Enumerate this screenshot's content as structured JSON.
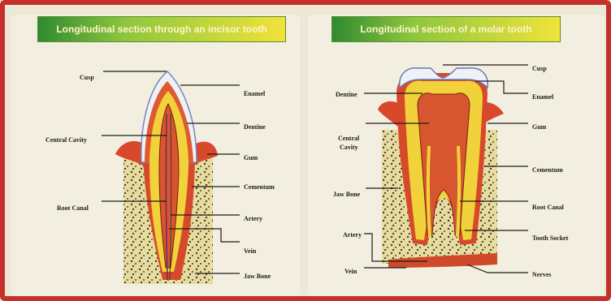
{
  "left_diagram": {
    "title": "Longitudinal section through an incisor tooth",
    "labels": {
      "cusp": "Cusp",
      "enamel": "Enamel",
      "central_cavity": "Central Cavity",
      "dentine": "Dentine",
      "gum": "Gum",
      "cementum": "Cementum",
      "root_canal": "Root Canal",
      "artery": "Artery",
      "vein": "Vein",
      "jaw_bone": "Jaw Bone"
    }
  },
  "right_diagram": {
    "title": "Longitudinal section of a molar tooth",
    "labels": {
      "cusp": "Cusp",
      "enamel": "Enamel",
      "dentine": "Dentine",
      "gum": "Gum",
      "central_cavity_line1": "Central",
      "central_cavity_line2": "Cavity",
      "cementum": "Cementum",
      "jaw_bone": "Jaw Bone",
      "root_canal": "Root Canal",
      "artery": "Artery",
      "tooth_socket": "Tooth Socket",
      "vein": "Vein",
      "nerves": "Nerves"
    }
  },
  "colors": {
    "border": "#c7302a",
    "gum": "#d9472c",
    "dentine": "#f2d23a",
    "pulp": "#d8562f",
    "enamel": "#eef2f7",
    "bone": "#6e5a2a"
  }
}
